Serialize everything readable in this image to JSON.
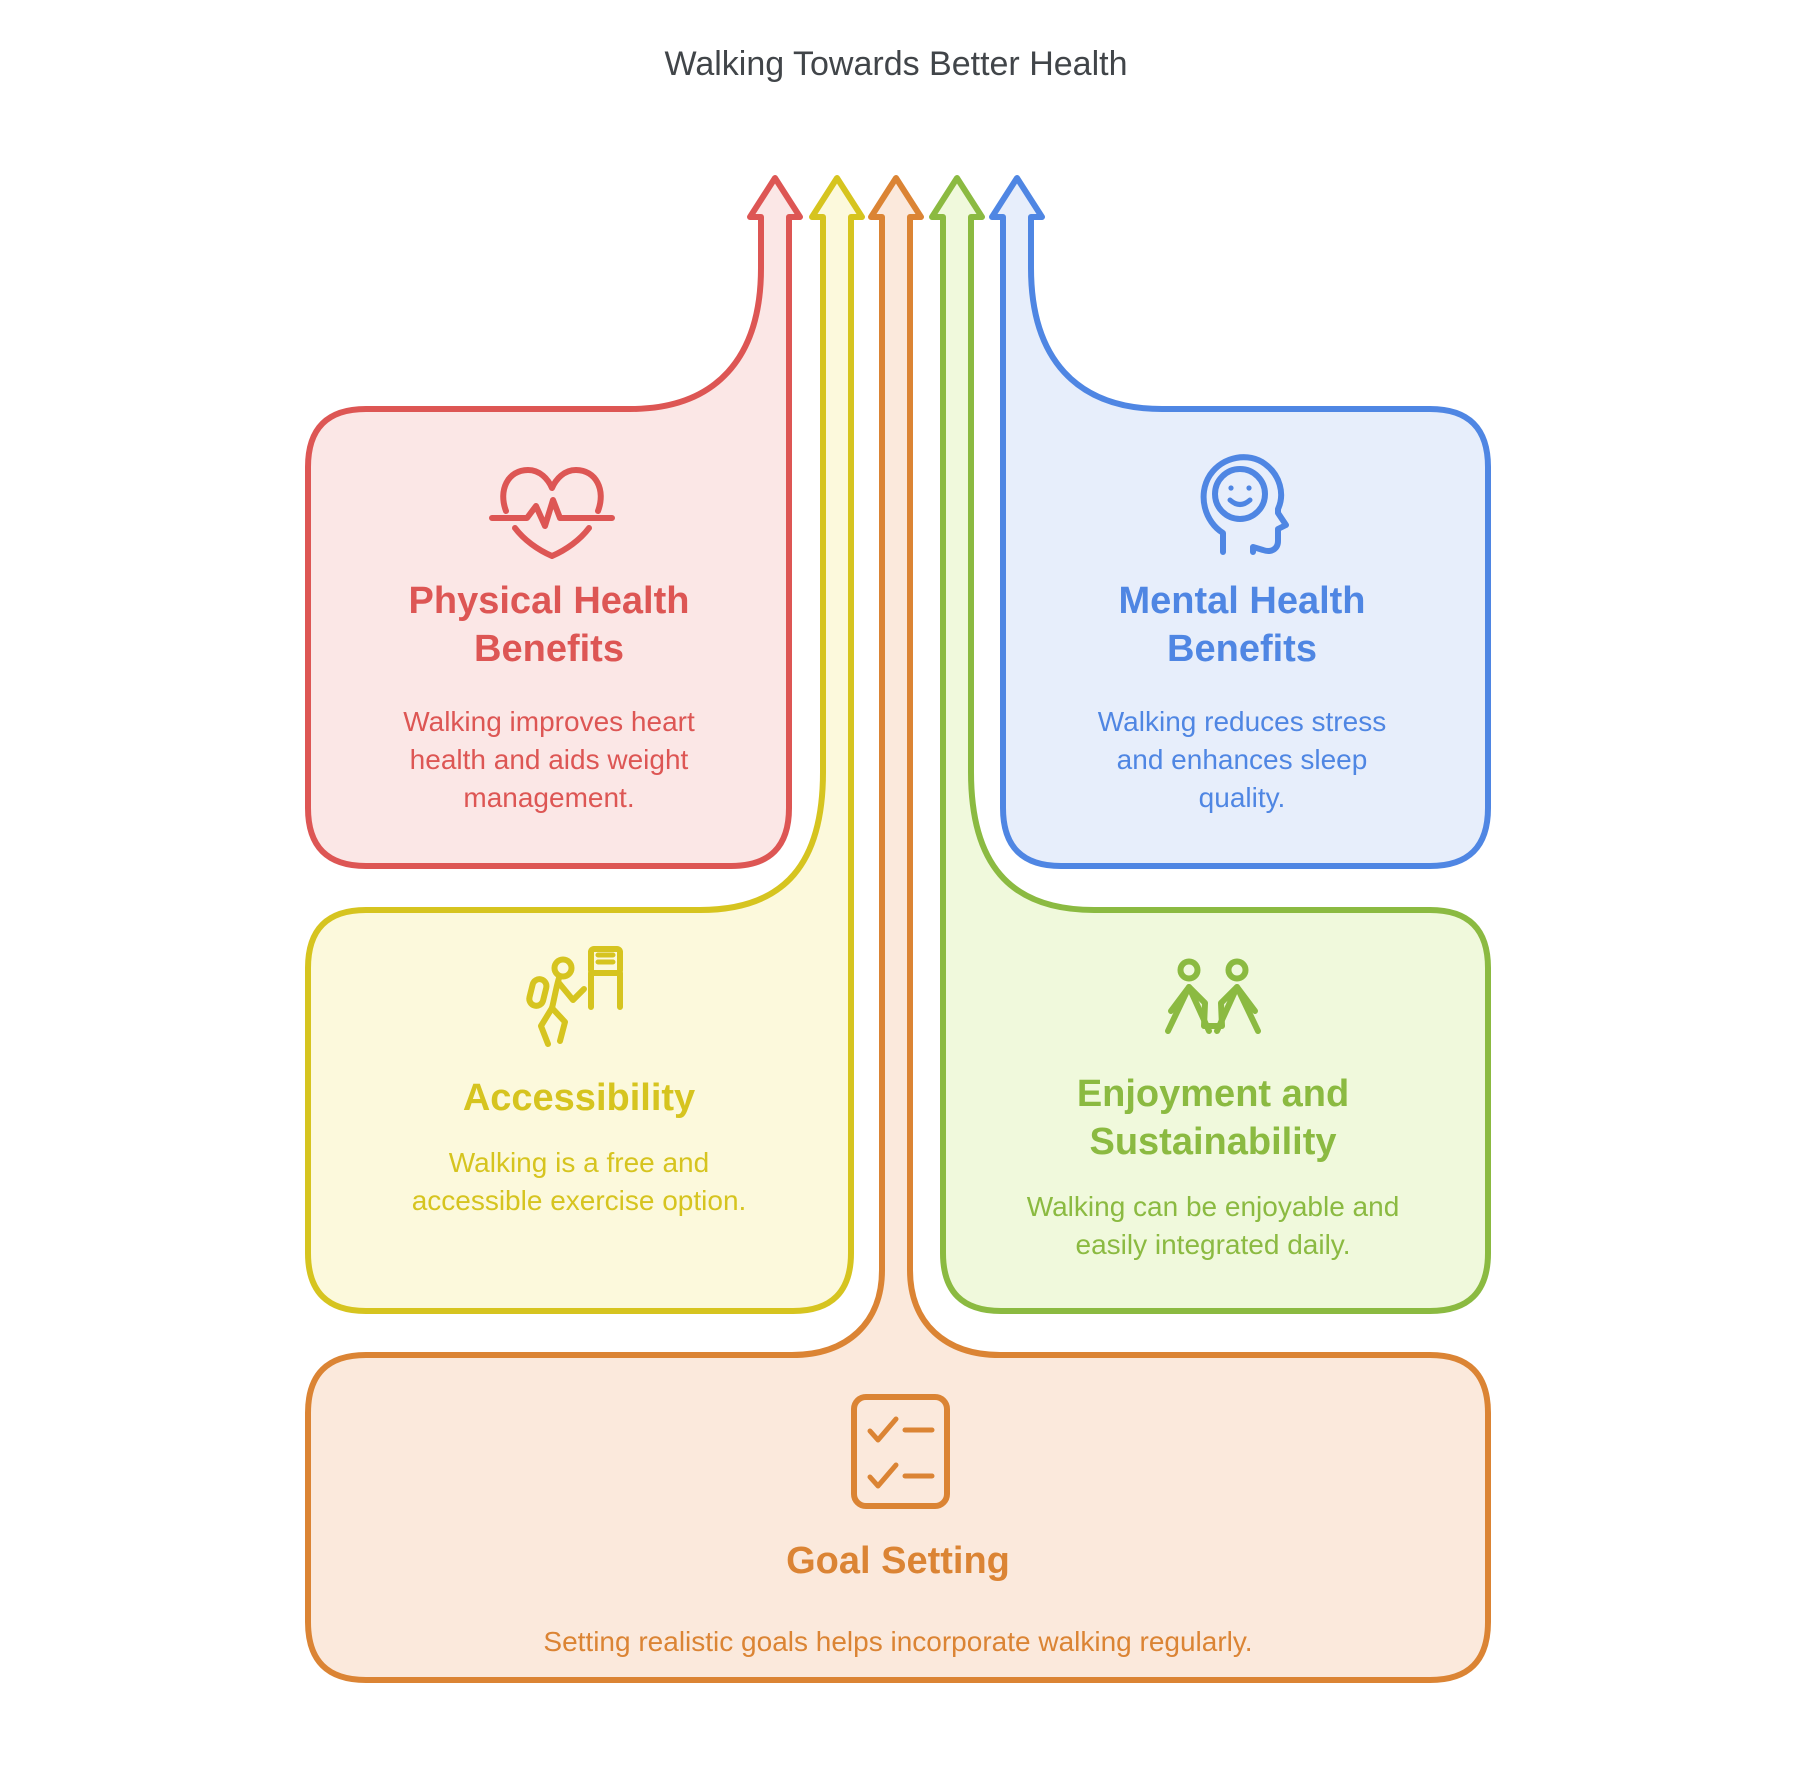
{
  "title": "Walking Towards Better Health",
  "title_color": "#414549",
  "background_color": "#ffffff",
  "arrows": {
    "description": "five upward arrows converging at top center",
    "order_left_to_right": [
      "red",
      "yellow",
      "orange",
      "green",
      "blue"
    ]
  },
  "cards": [
    {
      "id": "physical-health",
      "icon": "heart-pulse-icon",
      "accent": "#DD5654",
      "fill": "#FBE7E6",
      "title_lines": [
        "Physical Health",
        "Benefits"
      ],
      "desc_lines": [
        "Walking improves heart",
        "health and aids weight",
        "management."
      ]
    },
    {
      "id": "mental-health",
      "icon": "head-smile-icon",
      "accent": "#4F86E3",
      "fill": "#E7EEFB",
      "title_lines": [
        "Mental Health",
        "Benefits"
      ],
      "desc_lines": [
        "Walking reduces stress",
        "and enhances sleep",
        "quality."
      ]
    },
    {
      "id": "accessibility",
      "icon": "walking-person-sign-icon",
      "accent": "#D6C41F",
      "fill": "#FCF9DC",
      "title_lines": [
        "Accessibility"
      ],
      "desc_lines": [
        "Walking is a free and",
        "accessible exercise option."
      ]
    },
    {
      "id": "enjoyment-sustainability",
      "icon": "two-people-icon",
      "accent": "#8BBA41",
      "fill": "#F0F9DC",
      "title_lines": [
        "Enjoyment and",
        "Sustainability"
      ],
      "desc_lines": [
        "Walking can be enjoyable and",
        "easily integrated daily."
      ]
    },
    {
      "id": "goal-setting",
      "icon": "checklist-icon",
      "accent": "#DB8434",
      "fill": "#FBE9DC",
      "title_lines": [
        "Goal Setting"
      ],
      "desc_lines": [
        "Setting realistic goals helps incorporate walking regularly."
      ]
    }
  ]
}
